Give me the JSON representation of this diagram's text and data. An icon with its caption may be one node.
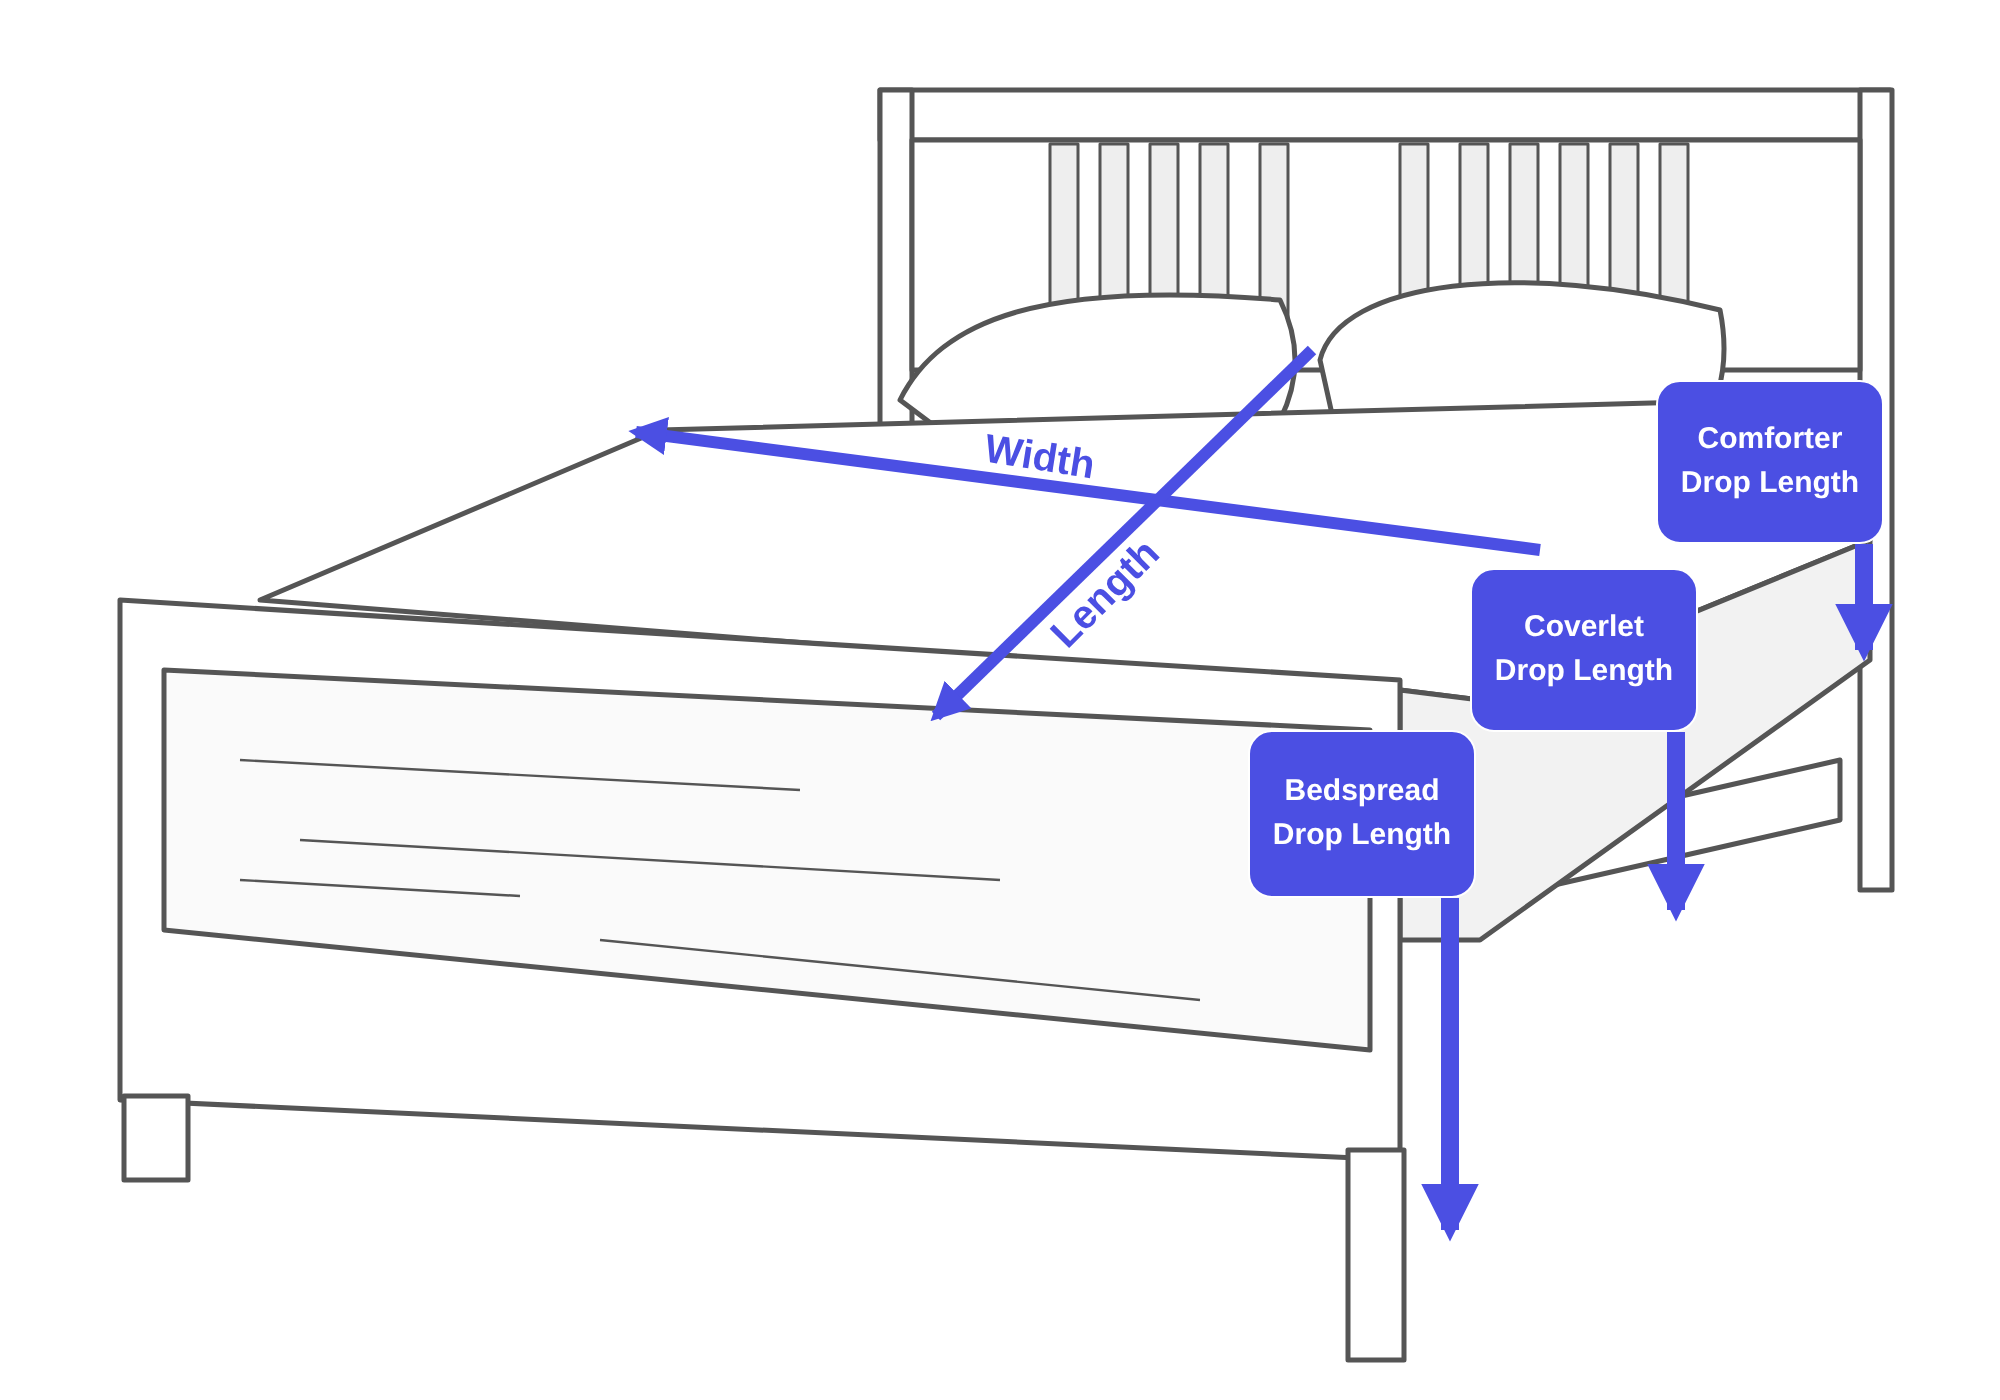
{
  "diagram": {
    "nodes": [
      {
        "text": [
          "Comforter Drop Length"
        ]
      },
      {
        "text": [
          "Coverlet Drop Length"
        ]
      },
      {
        "text": [
          "Bedspread Drop Length"
        ]
      }
    ],
    "edges": [
      {
        "from": 0,
        "to": null,
        "arrow": "to"
      },
      {
        "from": 1,
        "to": null,
        "arrow": "to"
      },
      {
        "from": 2,
        "to": null,
        "arrow": "to"
      }
    ],
    "labels": [
      "Width",
      "Length"
    ]
  }
}
